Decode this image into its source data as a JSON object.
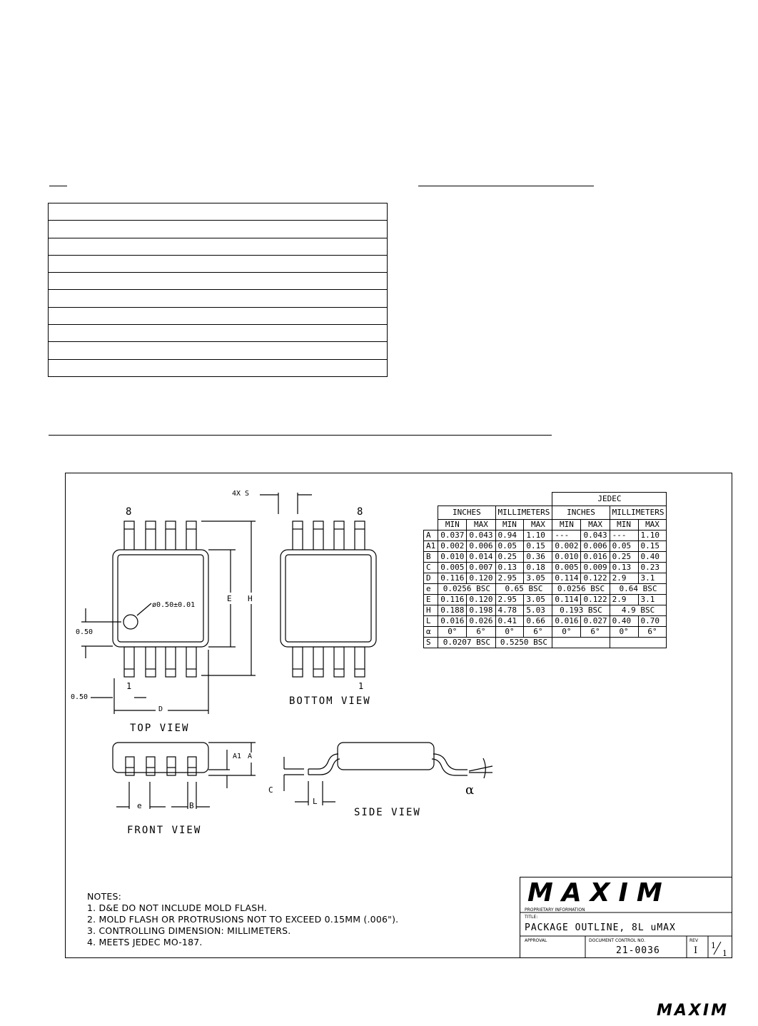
{
  "drawing": {
    "labels": {
      "pin_8_top": "8",
      "pin_8_bottom": "8",
      "pin_1_top": "1",
      "pin_1_bottom": "1",
      "four_x_s": "4X S",
      "hole_dim": "ø0.50±0.01",
      "dim_050_a": "0.50",
      "dim_050_b": "0.50",
      "dim_e_upper": "E",
      "dim_h": "H",
      "dim_d": "D",
      "top_view": "TOP VIEW",
      "bottom_view": "BOTTOM VIEW",
      "front_view": "FRONT VIEW",
      "side_view": "SIDE VIEW",
      "dim_a1": "A1",
      "dim_a": "A",
      "dim_e_lower": "e",
      "dim_b": "B",
      "dim_c": "C",
      "dim_l": "L",
      "alpha": "α"
    },
    "table": {
      "jedec_header": "JEDEC",
      "group_headers": [
        "INCHES",
        "MILLIMETERS",
        "INCHES",
        "MILLIMETERS"
      ],
      "sub_headers": [
        "MIN",
        "MAX",
        "MIN",
        "MAX",
        "MIN",
        "MAX",
        "MIN",
        "MAX"
      ],
      "rows": [
        [
          "A",
          "0.037",
          "0.043",
          "0.94",
          "1.10",
          "---",
          "0.043",
          "---",
          "1.10"
        ],
        [
          "A1",
          "0.002",
          "0.006",
          "0.05",
          "0.15",
          "0.002",
          "0.006",
          "0.05",
          "0.15"
        ],
        [
          "B",
          "0.010",
          "0.014",
          "0.25",
          "0.36",
          "0.010",
          "0.016",
          "0.25",
          "0.40"
        ],
        [
          "C",
          "0.005",
          "0.007",
          "0.13",
          "0.18",
          "0.005",
          "0.009",
          "0.13",
          "0.23"
        ],
        [
          "D",
          "0.116",
          "0.120",
          "2.95",
          "3.05",
          "0.114",
          "0.122",
          "2.9",
          "3.1"
        ],
        [
          "e",
          "0.0256 BSC",
          "0.65 BSC",
          "0.0256 BSC",
          "0.64 BSC"
        ],
        [
          "E",
          "0.116",
          "0.120",
          "2.95",
          "3.05",
          "0.114",
          "0.122",
          "2.9",
          "3.1"
        ],
        [
          "H",
          "0.188",
          "0.198",
          "4.78",
          "5.03",
          "0.193 BSC",
          "4.9 BSC"
        ],
        [
          "L",
          "0.016",
          "0.026",
          "0.41",
          "0.66",
          "0.016",
          "0.027",
          "0.40",
          "0.70"
        ],
        [
          "α",
          "0°",
          "6°",
          "0°",
          "6°",
          "0°",
          "6°",
          "0°",
          "6°"
        ],
        [
          "S",
          "0.0207 BSC",
          "0.5250 BSC"
        ]
      ]
    },
    "notes": [
      "NOTES:",
      "1. D&E DO NOT INCLUDE MOLD FLASH.",
      "2. MOLD FLASH OR PROTRUSIONS NOT TO EXCEED 0.15MM (.006\").",
      "3. CONTROLLING DIMENSION:   MILLIMETERS.",
      "4. MEETS JEDEC MO-187."
    ],
    "title_block": {
      "logo": "MAXIM",
      "proprietary": "PROPRIETARY INFORMATION",
      "title_label": "TITLE:",
      "title": "PACKAGE OUTLINE, 8L uMAX",
      "approval_label": "APPROVAL",
      "doc_control_label": "DOCUMENT CONTROL NO.",
      "doc_number": "21-0036",
      "rev_label": "REV",
      "rev": "I",
      "sheet_num": "1",
      "sheet_den": "1"
    }
  },
  "footer_logo": "MAXIM"
}
